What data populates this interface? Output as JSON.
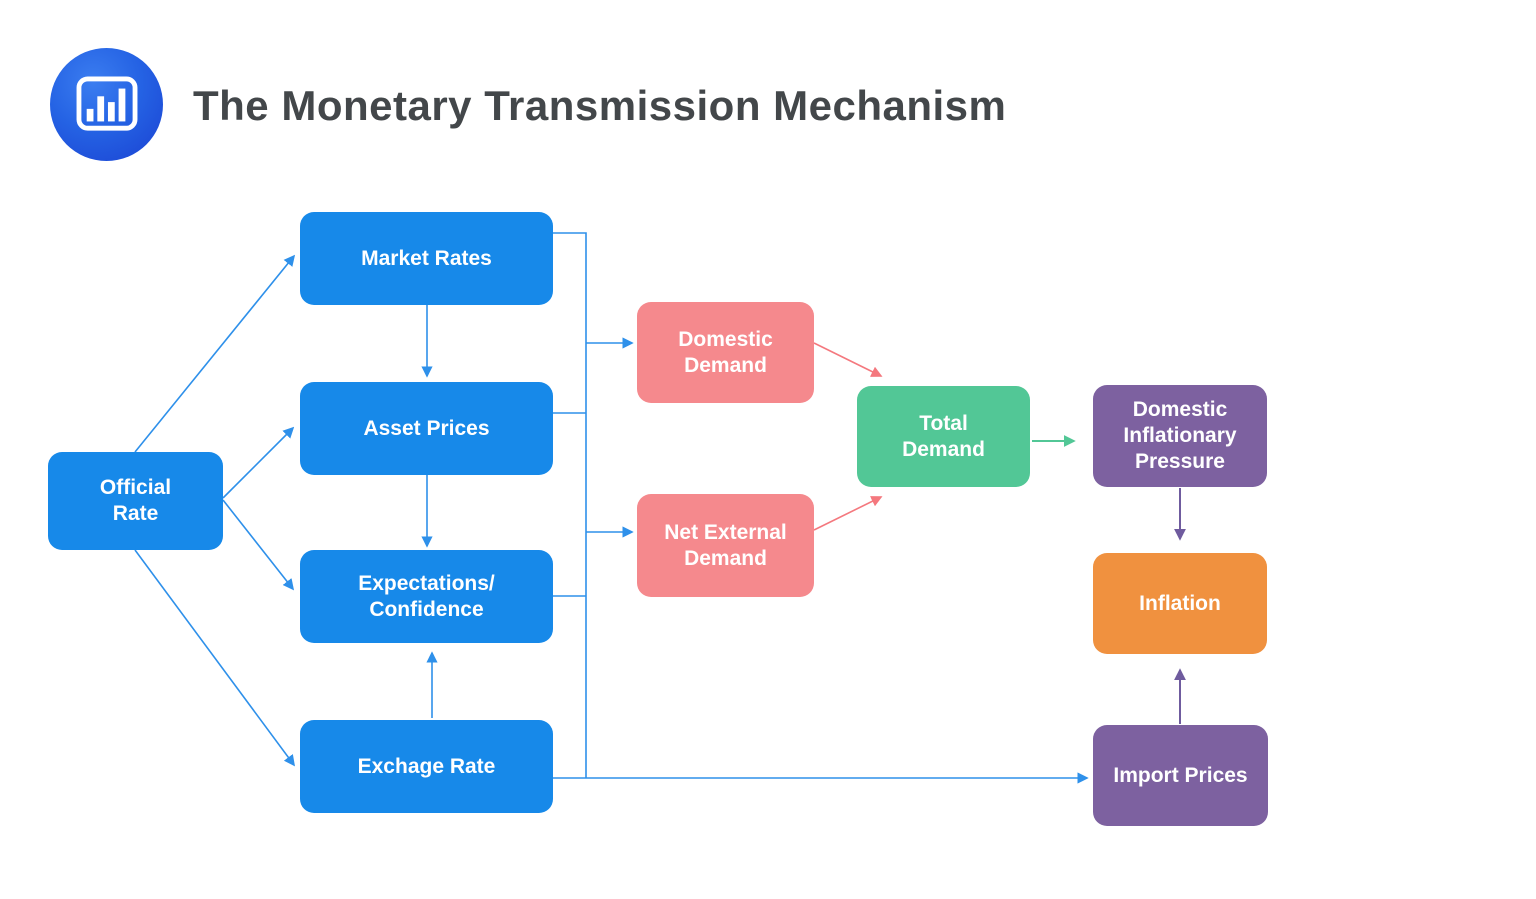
{
  "header": {
    "logo_icon": "bar-chart-icon",
    "title": "The Monetary Transmission Mechanism"
  },
  "palette": {
    "blue": "#1789e9",
    "blue-line": "#2e90ea",
    "pink": "#f5898d",
    "pink-line": "#f4787e",
    "green": "#52c796",
    "green-line": "#52c796",
    "purple": "#7d61a0",
    "purple-line": "#6f5b9e",
    "orange": "#f0913f",
    "title-color": "#43474a"
  },
  "nodes": {
    "official_rate": {
      "label": "Official\nRate"
    },
    "market_rates": {
      "label": "Market Rates"
    },
    "asset_prices": {
      "label": "Asset Prices"
    },
    "expectations_confidence": {
      "label": "Expectations/\nConfidence"
    },
    "exchange_rate": {
      "label": "Exchage Rate"
    },
    "domestic_demand": {
      "label": "Domestic\nDemand"
    },
    "net_external_demand": {
      "label": "Net External\nDemand"
    },
    "total_demand": {
      "label": "Total\nDemand"
    },
    "domestic_inflationary_pressure": {
      "label": "Domestic\nInflationary\nPressure"
    },
    "inflation": {
      "label": "Inflation"
    },
    "import_prices": {
      "label": "Import Prices"
    }
  }
}
